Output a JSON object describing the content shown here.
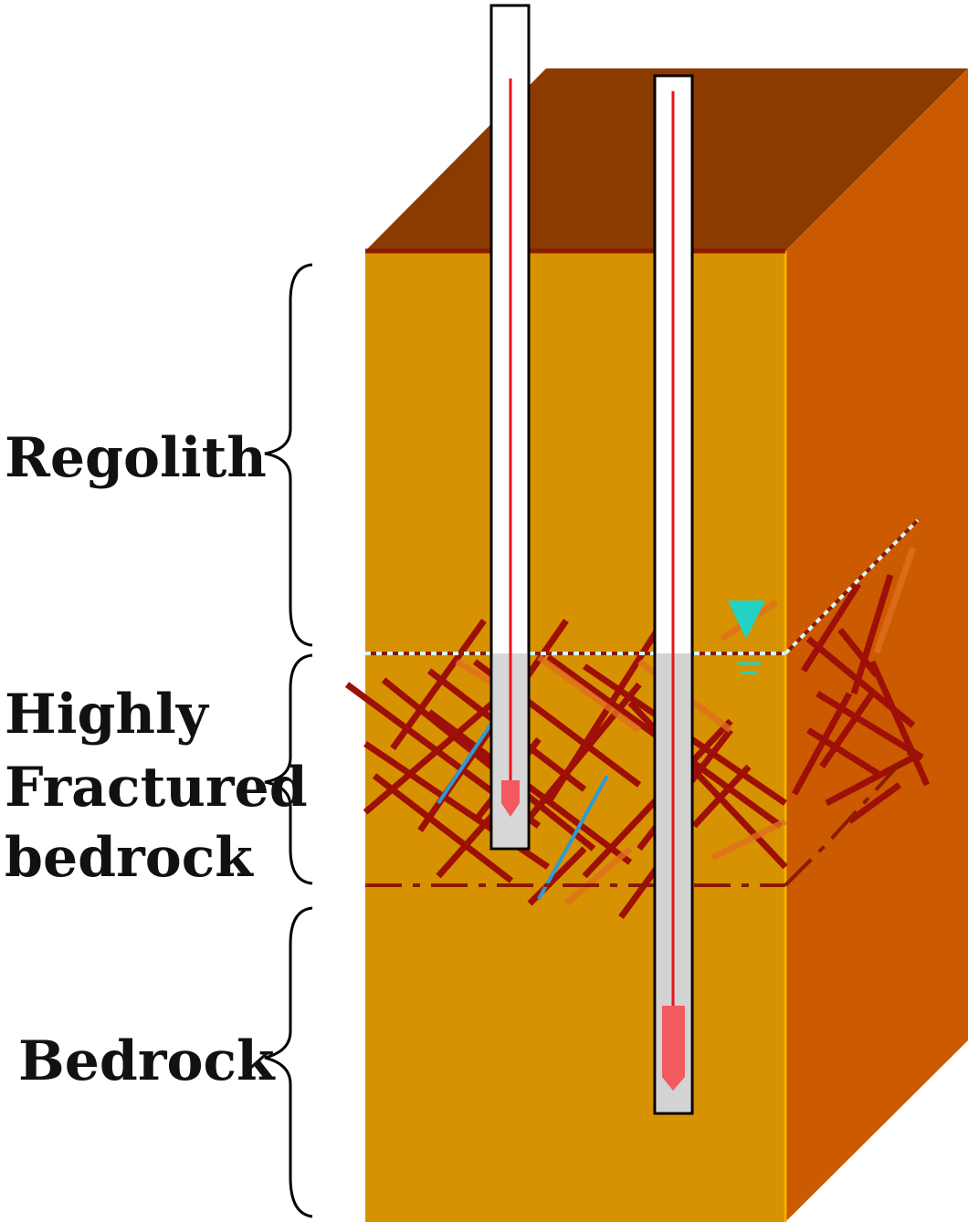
{
  "labels": {
    "regolith": "Regolith",
    "highly_fractured": [
      "Highly",
      "Fractured",
      "bedrock"
    ],
    "bedrock": "Bedrock"
  },
  "colors": {
    "front_face": "#D69200",
    "top_face": "#8B3B00",
    "side_face": "#CC5A00",
    "edge_line": "#8B1A00",
    "fracture": "#9E0F08",
    "fracture_light": "#E07020",
    "fracture_water": "#2E9BD6",
    "well_casing": "#FFFFFF",
    "well_screen": "#D3D3D3",
    "water_table_marker": "#22D3C5",
    "flow_line": "#E8141C",
    "flow_arrow": "#F25A5F"
  },
  "icons": {
    "water_table": "inverted-triangle-icon",
    "flow_arrow": "down-arrow-icon"
  }
}
